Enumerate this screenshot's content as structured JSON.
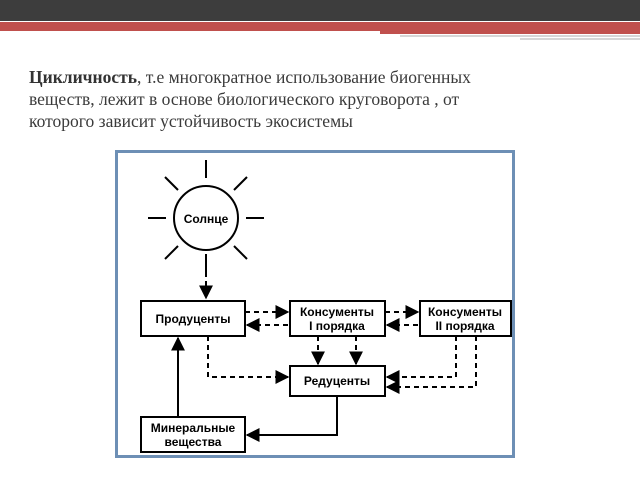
{
  "slide": {
    "text": {
      "bold_term": "Цикличность",
      "line1_rest": ", т.е многократное использование биогенных",
      "line2": "веществ, лежит в основе биологического круговорота , от",
      "line3": "которого зависит устойчивость экосистемы"
    }
  },
  "diagram": {
    "sun": "Солнце",
    "producers": "Продуценты",
    "consumers1_line1": "Консументы",
    "consumers1_line2": "I порядка",
    "consumers2_line1": "Консументы",
    "consumers2_line2": "II порядка",
    "reducers": "Редуценты",
    "minerals_line1": "Минеральные",
    "minerals_line2": "вещества"
  },
  "colors": {
    "accent": "#c0504d",
    "top_band": "#3d3d3d",
    "frame_border": "#6d8fb5",
    "text": "#3a3a3a"
  }
}
